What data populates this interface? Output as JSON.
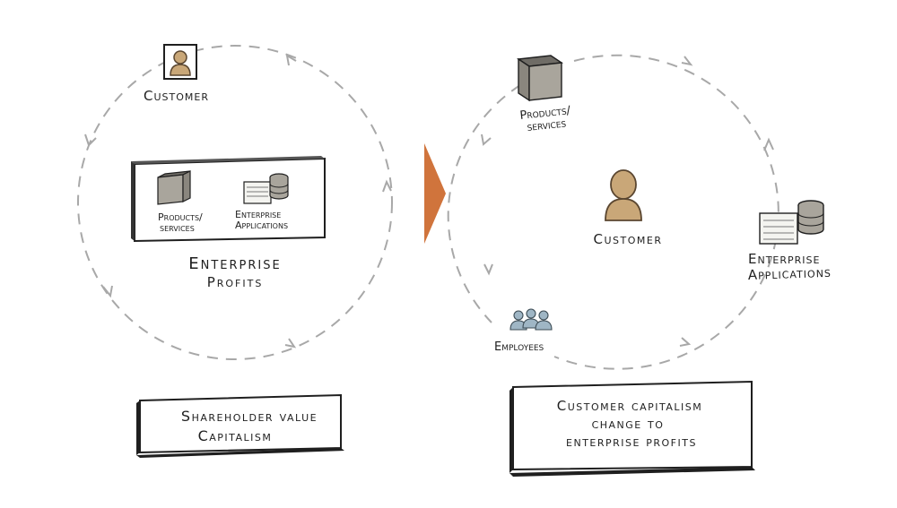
{
  "left_panel": {
    "customer_label": "Customer",
    "box_items": [
      {
        "label_line1": "Products/",
        "label_line2": "services",
        "icon": "product-box-icon"
      },
      {
        "label_line1": "Enterprise",
        "label_line2": "Applications",
        "icon": "enterprise-apps-icon"
      }
    ],
    "center_line1": "Enterprise",
    "center_line2": "Profits",
    "caption_line1": "Shareholder value",
    "caption_line2": "Capitalism"
  },
  "right_panel": {
    "products_line1": "Products/",
    "products_line2": "services",
    "customer_label": "Customer",
    "apps_line1": "Enterprise",
    "apps_line2": "Applications",
    "employees_label": "Employees",
    "caption_line1": "Customer capitalism",
    "caption_line2": "change to",
    "caption_line3": "enterprise profits"
  },
  "colors": {
    "arrow": "#d0743c",
    "person": "#c9a778",
    "person_outline": "#5a4630",
    "employees": "#9fb6c5",
    "box_face": "#a9a59c",
    "dash": "#a8a8a8",
    "ink": "#1f1f1f"
  }
}
